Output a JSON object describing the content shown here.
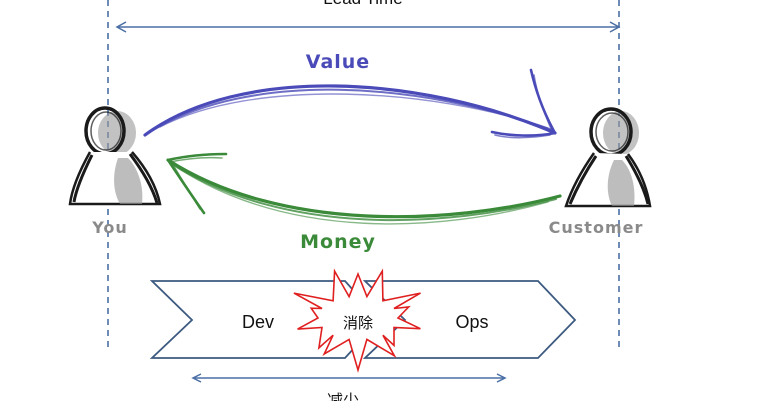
{
  "top_span": {
    "label": "Lead Time"
  },
  "flows": {
    "value": {
      "label": "Value",
      "color": "#4a4ab8"
    },
    "money": {
      "label": "Money",
      "color": "#3a8a3a"
    }
  },
  "actors": {
    "left": {
      "label": "You"
    },
    "right": {
      "label": "Customer"
    }
  },
  "pipeline": {
    "dev": {
      "label": "Dev"
    },
    "ops": {
      "label": "Ops"
    },
    "burst": {
      "label": "消除",
      "color": "#e02020"
    },
    "shape_fill": "#ffffff",
    "shape_stroke": "#3d5a80"
  },
  "bottom_span": {
    "label": "减少"
  },
  "colors": {
    "guide": "#4a6fa5",
    "actor_gray": "#888888",
    "actor_ink": "#1a1a1a"
  }
}
